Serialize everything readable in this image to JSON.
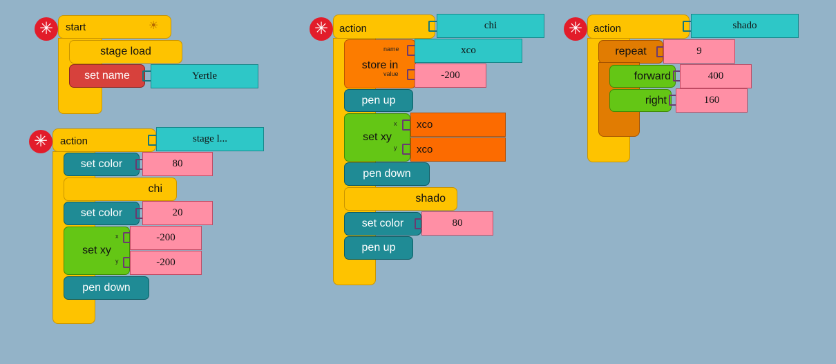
{
  "colors": {
    "background": "#93b3c8",
    "hat": "#fec300",
    "pen": "#1f8b95",
    "motion": "#64c615",
    "box": "#fc7c00",
    "flow": "#e17c02",
    "media": "#d7413c",
    "text_arg": "#2ec7c7",
    "number_arg": "#ff8fa5"
  },
  "icons": {
    "delete": "cross-burst-icon",
    "turtle": "turtle-icon"
  },
  "stack1": {
    "hat": "start",
    "block1": "stage load",
    "block2": "set name",
    "arg2": "Yertle"
  },
  "stack2": {
    "hat": "action",
    "hat_arg": "stage l...",
    "b1": "set color",
    "b1_arg": "80",
    "b2": "chi",
    "b3": "set color",
    "b3_arg": "20",
    "b4": "set xy",
    "b4_x_label": "x",
    "b4_y_label": "y",
    "b4_x": "-200",
    "b4_y": "-200",
    "b5": "pen down"
  },
  "stack3": {
    "hat": "action",
    "hat_arg": "chi",
    "b1": "store in",
    "b1_name_label": "name",
    "b1_value_label": "value",
    "b1_name": "xco",
    "b1_value": "-200",
    "b2": "pen up",
    "b3": "set xy",
    "b3_x_label": "x",
    "b3_y_label": "y",
    "b3_x": "xco",
    "b3_y": "xco",
    "b4": "pen down",
    "b5": "shado",
    "b6": "set color",
    "b6_arg": "80",
    "b7": "pen up"
  },
  "stack4": {
    "hat": "action",
    "hat_arg": "shado",
    "repeat": "repeat",
    "repeat_arg": "9",
    "b1": "forward",
    "b1_arg": "400",
    "b2": "right",
    "b2_arg": "160"
  }
}
